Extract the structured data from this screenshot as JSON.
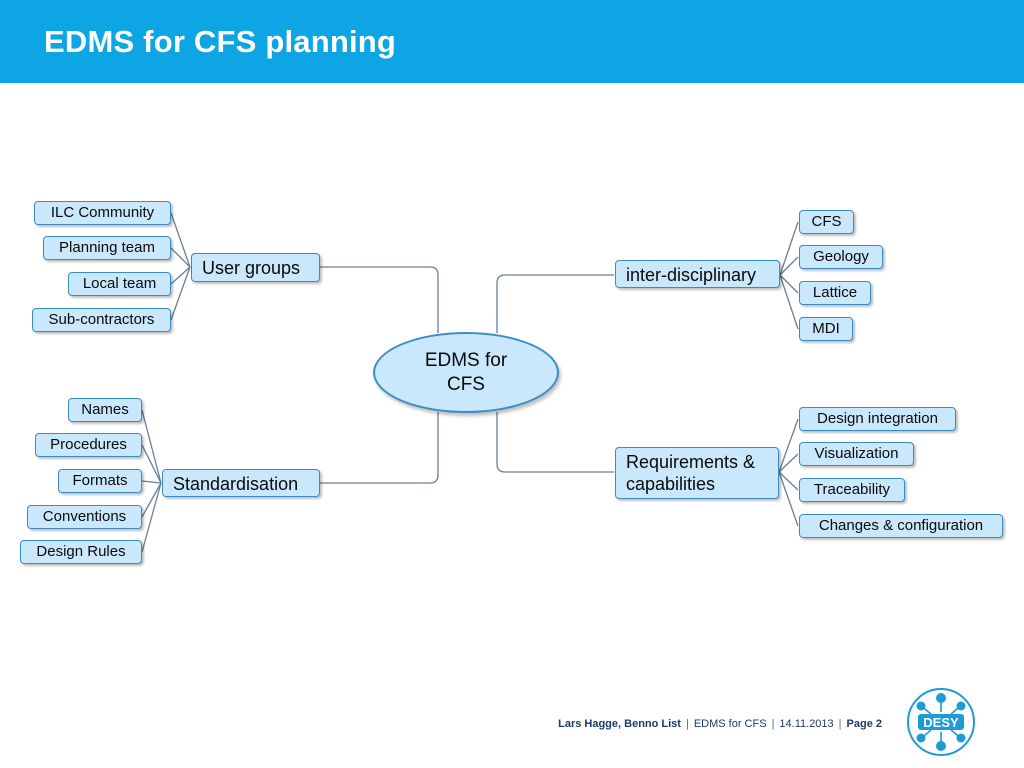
{
  "header": {
    "title": "EDMS for CFS planning"
  },
  "mindmap": {
    "center": "EDMS for\nCFS",
    "branches": {
      "user_groups": {
        "label": "User groups",
        "leaves": [
          "ILC Community",
          "Planning team",
          "Local team",
          "Sub-contractors"
        ]
      },
      "standardisation": {
        "label": "Standardisation",
        "leaves": [
          "Names",
          "Procedures",
          "Formats",
          "Conventions",
          "Design Rules"
        ]
      },
      "inter_disciplinary": {
        "label": "inter-disciplinary",
        "leaves": [
          "CFS",
          "Geology",
          "Lattice",
          "MDI"
        ]
      },
      "requirements": {
        "label": "Requirements &\ncapabilities",
        "leaves": [
          "Design integration",
          "Visualization",
          "Traceability",
          "Changes & configuration"
        ]
      }
    }
  },
  "footer": {
    "authors": "Lars  Hagge, Benno List",
    "subject": "EDMS for CFS",
    "date": "14.11.2013",
    "page": "Page 2"
  },
  "logo": {
    "text": "DESY"
  },
  "colors": {
    "header": "#0ea5e4",
    "node_fill": "#c9e8fb",
    "node_border": "#3a8cc7",
    "line": "#6a7f95"
  }
}
